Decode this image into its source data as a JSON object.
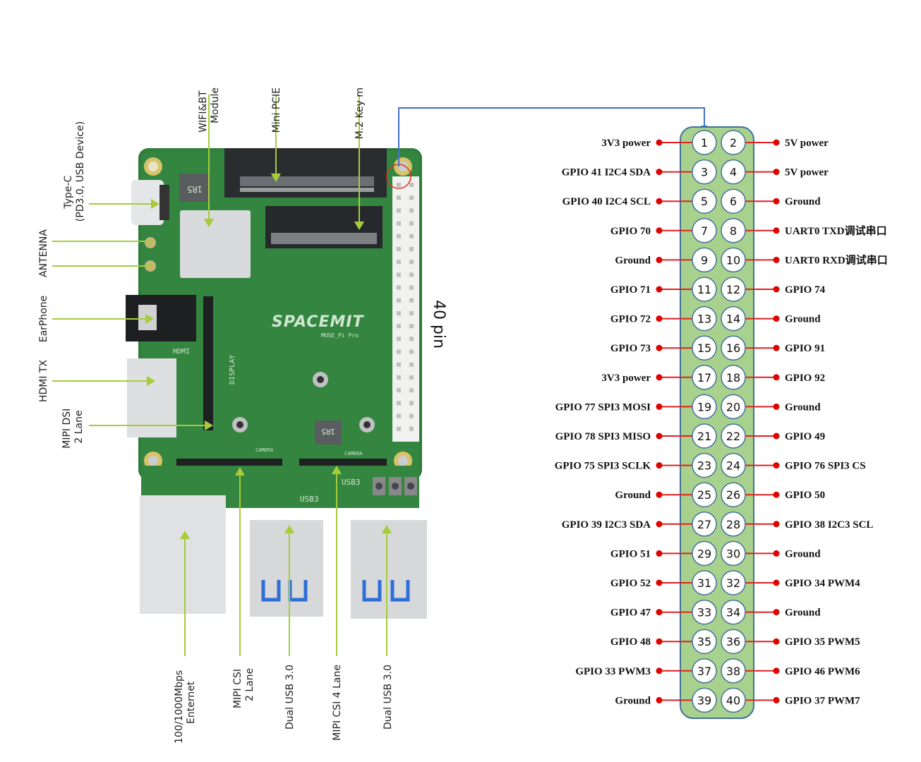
{
  "title": "40 pin",
  "board": {
    "brand": "SPACEMIT",
    "model": "MUSE_Pi Pro",
    "silkscreen": {
      "inductor": "1R5",
      "hdmi": "HDMI",
      "display": "DISPLAY",
      "camera": "CAMERA",
      "usb3": "USB3"
    }
  },
  "callouts": {
    "top": [
      {
        "id": "wifi-bt-module",
        "lines": [
          "WIFI&BT",
          "Module"
        ]
      },
      {
        "id": "mini-pcie",
        "lines": [
          "Mini PCIE"
        ]
      },
      {
        "id": "m2-key-m",
        "lines": [
          "M.2 Key m"
        ]
      }
    ],
    "left": [
      {
        "id": "type-c",
        "lines": [
          "Type-C",
          "(PD3.0,  USB Device)"
        ]
      },
      {
        "id": "antenna",
        "lines": [
          "ANTENNA"
        ]
      },
      {
        "id": "earphone",
        "lines": [
          "EarPhone"
        ]
      },
      {
        "id": "hdmi-tx",
        "lines": [
          "HDMI TX"
        ]
      },
      {
        "id": "mipi-dsi",
        "lines": [
          "MIPI DSI",
          "2 Lane"
        ]
      }
    ],
    "bottom": [
      {
        "id": "ethernet",
        "lines": [
          "100/1000Mbps",
          "Enternet"
        ]
      },
      {
        "id": "mipi-csi-2",
        "lines": [
          "MIPI CSI",
          "2 Lane"
        ]
      },
      {
        "id": "dual-usb-1",
        "lines": [
          "Dual USB 3.0"
        ]
      },
      {
        "id": "mipi-csi-4",
        "lines": [
          "MIPI CSI 4 Lane"
        ]
      },
      {
        "id": "dual-usb-2",
        "lines": [
          "Dual USB 3.0"
        ]
      }
    ]
  },
  "colors": {
    "header_fill": "#a9d18e",
    "header_border": "#41719c",
    "pin_dot": "#e00000",
    "pin_line": "#e02020",
    "callout_line": "#a6cc3c",
    "leader_line": "#4472c4",
    "marker_circle": "#e03020",
    "pcb": "#2f7d3a"
  },
  "pins": [
    {
      "odd": 1,
      "odd_label": "3V3 power",
      "even": 2,
      "even_label": "5V power"
    },
    {
      "odd": 3,
      "odd_label": "GPIO 41 I2C4 SDA",
      "even": 4,
      "even_label": "5V power"
    },
    {
      "odd": 5,
      "odd_label": "GPIO 40 I2C4 SCL",
      "even": 6,
      "even_label": "Ground"
    },
    {
      "odd": 7,
      "odd_label": "GPIO 70",
      "even": 8,
      "even_label": "UART0 TXD调试串口"
    },
    {
      "odd": 9,
      "odd_label": "Ground",
      "even": 10,
      "even_label": "UART0 RXD调试串口"
    },
    {
      "odd": 11,
      "odd_label": "GPIO 71",
      "even": 12,
      "even_label": "GPIO 74"
    },
    {
      "odd": 13,
      "odd_label": "GPIO 72",
      "even": 14,
      "even_label": "Ground"
    },
    {
      "odd": 15,
      "odd_label": "GPIO 73",
      "even": 16,
      "even_label": "GPIO 91"
    },
    {
      "odd": 17,
      "odd_label": "3V3 power",
      "even": 18,
      "even_label": "GPIO 92"
    },
    {
      "odd": 19,
      "odd_label": "GPIO 77 SPI3 MOSI",
      "even": 20,
      "even_label": "Ground"
    },
    {
      "odd": 21,
      "odd_label": "GPIO 78 SPI3 MISO",
      "even": 22,
      "even_label": "GPIO 49"
    },
    {
      "odd": 23,
      "odd_label": "GPIO 75 SPI3 SCLK",
      "even": 24,
      "even_label": "GPIO 76 SPI3 CS"
    },
    {
      "odd": 25,
      "odd_label": "Ground",
      "even": 26,
      "even_label": "GPIO 50"
    },
    {
      "odd": 27,
      "odd_label": "GPIO 39 I2C3 SDA",
      "even": 28,
      "even_label": "GPIO 38  I2C3 SCL"
    },
    {
      "odd": 29,
      "odd_label": "GPIO 51",
      "even": 30,
      "even_label": "Ground"
    },
    {
      "odd": 31,
      "odd_label": "GPIO 52",
      "even": 32,
      "even_label": "GPIO 34 PWM4"
    },
    {
      "odd": 33,
      "odd_label": "GPIO 47",
      "even": 34,
      "even_label": "Ground"
    },
    {
      "odd": 35,
      "odd_label": "GPIO 48",
      "even": 36,
      "even_label": "GPIO 35 PWM5"
    },
    {
      "odd": 37,
      "odd_label": "GPIO 33 PWM3",
      "even": 38,
      "even_label": "GPIO 46 PWM6"
    },
    {
      "odd": 39,
      "odd_label": "Ground",
      "even": 40,
      "even_label": "GPIO 37 PWM7"
    }
  ]
}
